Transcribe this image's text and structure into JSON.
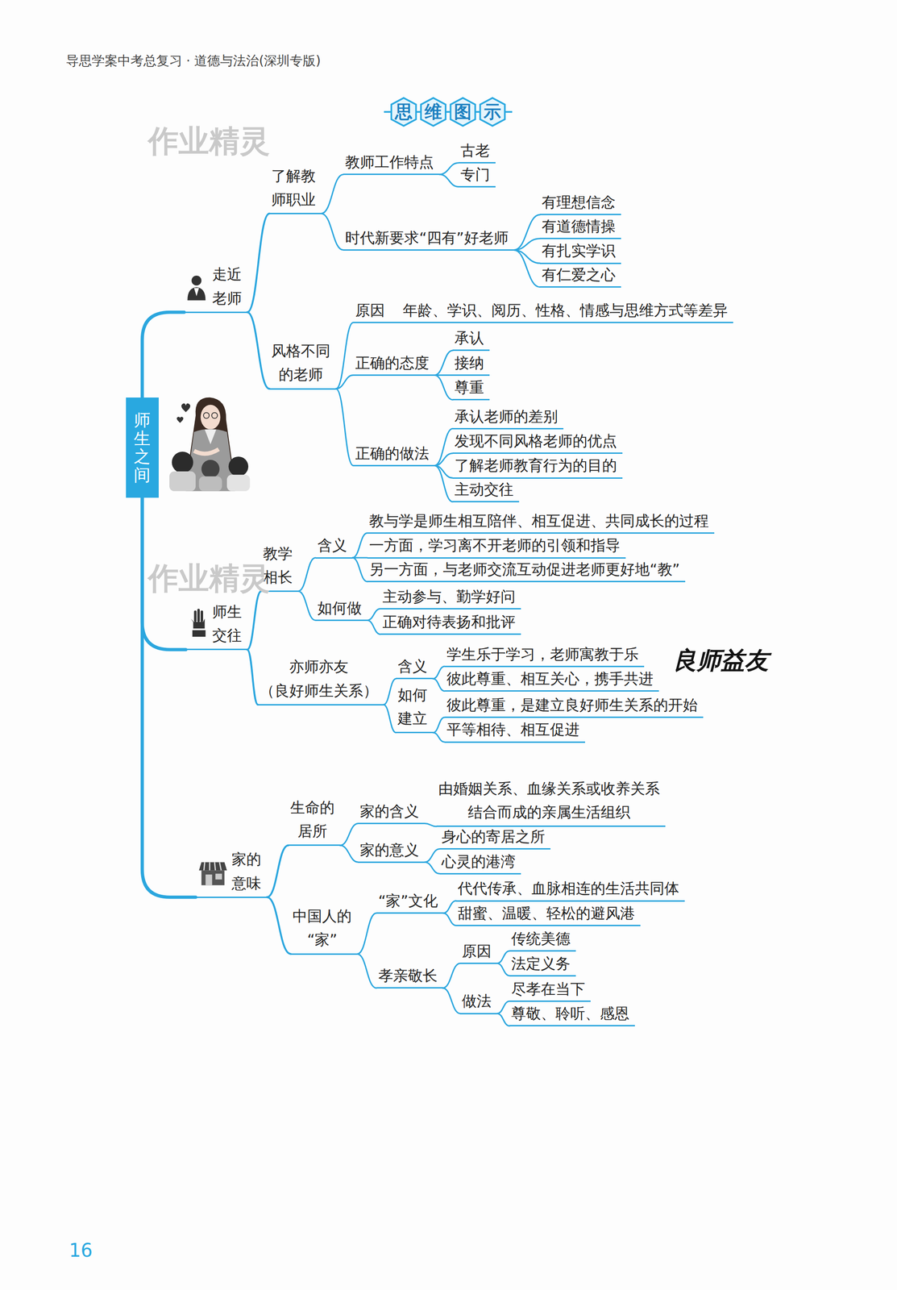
{
  "diagram": {
    "title": "思维图示",
    "nodes": [
      {
        "text": [
          "师生之间"
        ]
      },
      {
        "text": [
          "走近 老师"
        ]
      },
      {
        "text": [
          "了解教 师职业"
        ]
      },
      {
        "text": [
          "教师工作特点"
        ]
      },
      {
        "text": [
          "古老"
        ]
      },
      {
        "text": [
          "专门"
        ]
      },
      {
        "text": [
          "时代新要求“四有”好老师"
        ]
      },
      {
        "text": [
          "有理想信念"
        ]
      },
      {
        "text": [
          "有道德情操"
        ]
      },
      {
        "text": [
          "有扎实学识"
        ]
      },
      {
        "text": [
          "有仁爱之心"
        ]
      },
      {
        "text": [
          "风格不同 的老师"
        ]
      },
      {
        "text": [
          "原因"
        ]
      },
      {
        "text": [
          "年龄、学识、阅历、性格、情感与思维方式等差异"
        ]
      },
      {
        "text": [
          "正确的态度"
        ]
      },
      {
        "text": [
          "承认"
        ]
      },
      {
        "text": [
          "接纳"
        ]
      },
      {
        "text": [
          "尊重"
        ]
      },
      {
        "text": [
          "正确的做法"
        ]
      },
      {
        "text": [
          "承认老师的差别"
        ]
      },
      {
        "text": [
          "发现不同风格老师的优点"
        ]
      },
      {
        "text": [
          "了解老师教育行为的目的"
        ]
      },
      {
        "text": [
          "主动交往"
        ]
      },
      {
        "text": [
          "师生 交往"
        ]
      },
      {
        "text": [
          "教学 相长"
        ]
      },
      {
        "text": [
          "含义"
        ]
      },
      {
        "text": [
          "教与学是师生相互陪伴、相互促进、共同成长的过程"
        ]
      },
      {
        "text": [
          "一方面，学习离不开老师的引领和指导"
        ]
      },
      {
        "text": [
          "另一方面，与老师交流互动促进老师更好地“教”"
        ]
      },
      {
        "text": [
          "如何做"
        ]
      },
      {
        "text": [
          "主动参与、勤学好问"
        ]
      },
      {
        "text": [
          "正确对待表扬和批评"
        ]
      },
      {
        "text": [
          "亦师亦友 （良好师生关系）"
        ]
      },
      {
        "text": [
          "含义"
        ]
      },
      {
        "text": [
          "学生乐于学习，老师寓教于乐"
        ]
      },
      {
        "text": [
          "彼此尊重、相互关心，携手共进"
        ]
      },
      {
        "text": [
          "如何 建立"
        ]
      },
      {
        "text": [
          "彼此尊重，是建立良好师生关系的开始"
        ]
      },
      {
        "text": [
          "平等相待、相互促进"
        ]
      },
      {
        "text": [
          "家的 意味"
        ]
      },
      {
        "text": [
          "生命的 居所"
        ]
      },
      {
        "text": [
          "家的含义"
        ]
      },
      {
        "text": [
          "由婚姻关系、血缘关系或收养关系 结合而成的亲属生活组织"
        ]
      },
      {
        "text": [
          "家的意义"
        ]
      },
      {
        "text": [
          "身心的寄居之所"
        ]
      },
      {
        "text": [
          "心灵的港湾"
        ]
      },
      {
        "text": [
          "中国人的 “家”"
        ]
      },
      {
        "text": [
          "“家”文化"
        ]
      },
      {
        "text": [
          "代代传承、血脉相连的生活共同体"
        ]
      },
      {
        "text": [
          "甜蜜、温暖、轻松的避风港"
        ]
      },
      {
        "text": [
          "孝亲敬长"
        ]
      },
      {
        "text": [
          "原因"
        ]
      },
      {
        "text": [
          "传统美德"
        ]
      },
      {
        "text": [
          "法定义务"
        ]
      },
      {
        "text": [
          "做法"
        ]
      },
      {
        "text": [
          "尽孝在当下"
        ]
      },
      {
        "text": [
          "尊敬、聆听、感恩"
        ]
      }
    ],
    "edges": [
      {
        "from": 0,
        "to": 1,
        "arrow": "none"
      },
      {
        "from": 1,
        "to": 2,
        "arrow": "none"
      },
      {
        "from": 2,
        "to": 3,
        "arrow": "none"
      },
      {
        "from": 3,
        "to": 4,
        "arrow": "none"
      },
      {
        "from": 3,
        "to": 5,
        "arrow": "none"
      },
      {
        "from": 2,
        "to": 6,
        "arrow": "none"
      },
      {
        "from": 6,
        "to": 7,
        "arrow": "none"
      },
      {
        "from": 6,
        "to": 8,
        "arrow": "none"
      },
      {
        "from": 6,
        "to": 9,
        "arrow": "none"
      },
      {
        "from": 6,
        "to": 10,
        "arrow": "none"
      },
      {
        "from": 1,
        "to": 11,
        "arrow": "none"
      },
      {
        "from": 11,
        "to": 12,
        "arrow": "none"
      },
      {
        "from": 12,
        "to": 13,
        "arrow": "none"
      },
      {
        "from": 11,
        "to": 14,
        "arrow": "none"
      },
      {
        "from": 14,
        "to": 15,
        "arrow": "none"
      },
      {
        "from": 14,
        "to": 16,
        "arrow": "none"
      },
      {
        "from": 14,
        "to": 17,
        "arrow": "none"
      },
      {
        "from": 11,
        "to": 18,
        "arrow": "none"
      },
      {
        "from": 18,
        "to": 19,
        "arrow": "none"
      },
      {
        "from": 18,
        "to": 20,
        "arrow": "none"
      },
      {
        "from": 18,
        "to": 21,
        "arrow": "none"
      },
      {
        "from": 18,
        "to": 22,
        "arrow": "none"
      },
      {
        "from": 0,
        "to": 23,
        "arrow": "none"
      },
      {
        "from": 23,
        "to": 24,
        "arrow": "none"
      },
      {
        "from": 24,
        "to": 25,
        "arrow": "none"
      },
      {
        "from": 25,
        "to": 26,
        "arrow": "none"
      },
      {
        "from": 25,
        "to": 27,
        "arrow": "none"
      },
      {
        "from": 25,
        "to": 28,
        "arrow": "none"
      },
      {
        "from": 24,
        "to": 29,
        "arrow": "none"
      },
      {
        "from": 29,
        "to": 30,
        "arrow": "none"
      },
      {
        "from": 29,
        "to": 31,
        "arrow": "none"
      },
      {
        "from": 23,
        "to": 32,
        "arrow": "none"
      },
      {
        "from": 32,
        "to": 33,
        "arrow": "none"
      },
      {
        "from": 33,
        "to": 34,
        "arrow": "none"
      },
      {
        "from": 33,
        "to": 35,
        "arrow": "none"
      },
      {
        "from": 32,
        "to": 36,
        "arrow": "none"
      },
      {
        "from": 36,
        "to": 37,
        "arrow": "none"
      },
      {
        "from": 36,
        "to": 38,
        "arrow": "none"
      },
      {
        "from": 0,
        "to": 39,
        "arrow": "none"
      },
      {
        "from": 39,
        "to": 40,
        "arrow": "none"
      },
      {
        "from": 40,
        "to": 41,
        "arrow": "none"
      },
      {
        "from": 41,
        "to": 42,
        "arrow": "none"
      },
      {
        "from": 40,
        "to": 43,
        "arrow": "none"
      },
      {
        "from": 43,
        "to": 44,
        "arrow": "none"
      },
      {
        "from": 43,
        "to": 45,
        "arrow": "none"
      },
      {
        "from": 39,
        "to": 46,
        "arrow": "none"
      },
      {
        "from": 46,
        "to": 47,
        "arrow": "none"
      },
      {
        "from": 47,
        "to": 48,
        "arrow": "none"
      },
      {
        "from": 47,
        "to": 49,
        "arrow": "none"
      },
      {
        "from": 46,
        "to": 50,
        "arrow": "none"
      },
      {
        "from": 50,
        "to": 51,
        "arrow": "none"
      },
      {
        "from": 51,
        "to": 52,
        "arrow": "none"
      },
      {
        "from": 51,
        "to": 53,
        "arrow": "none"
      },
      {
        "from": 50,
        "to": 54,
        "arrow": "none"
      },
      {
        "from": 54,
        "to": 55,
        "arrow": "none"
      },
      {
        "from": 54,
        "to": 56,
        "arrow": "none"
      }
    ],
    "labels": [
      "导思学案中考总复习 · 道德与法治(深圳专版)",
      "作业精灵",
      "作业精灵",
      "良师益友",
      "16"
    ]
  }
}
